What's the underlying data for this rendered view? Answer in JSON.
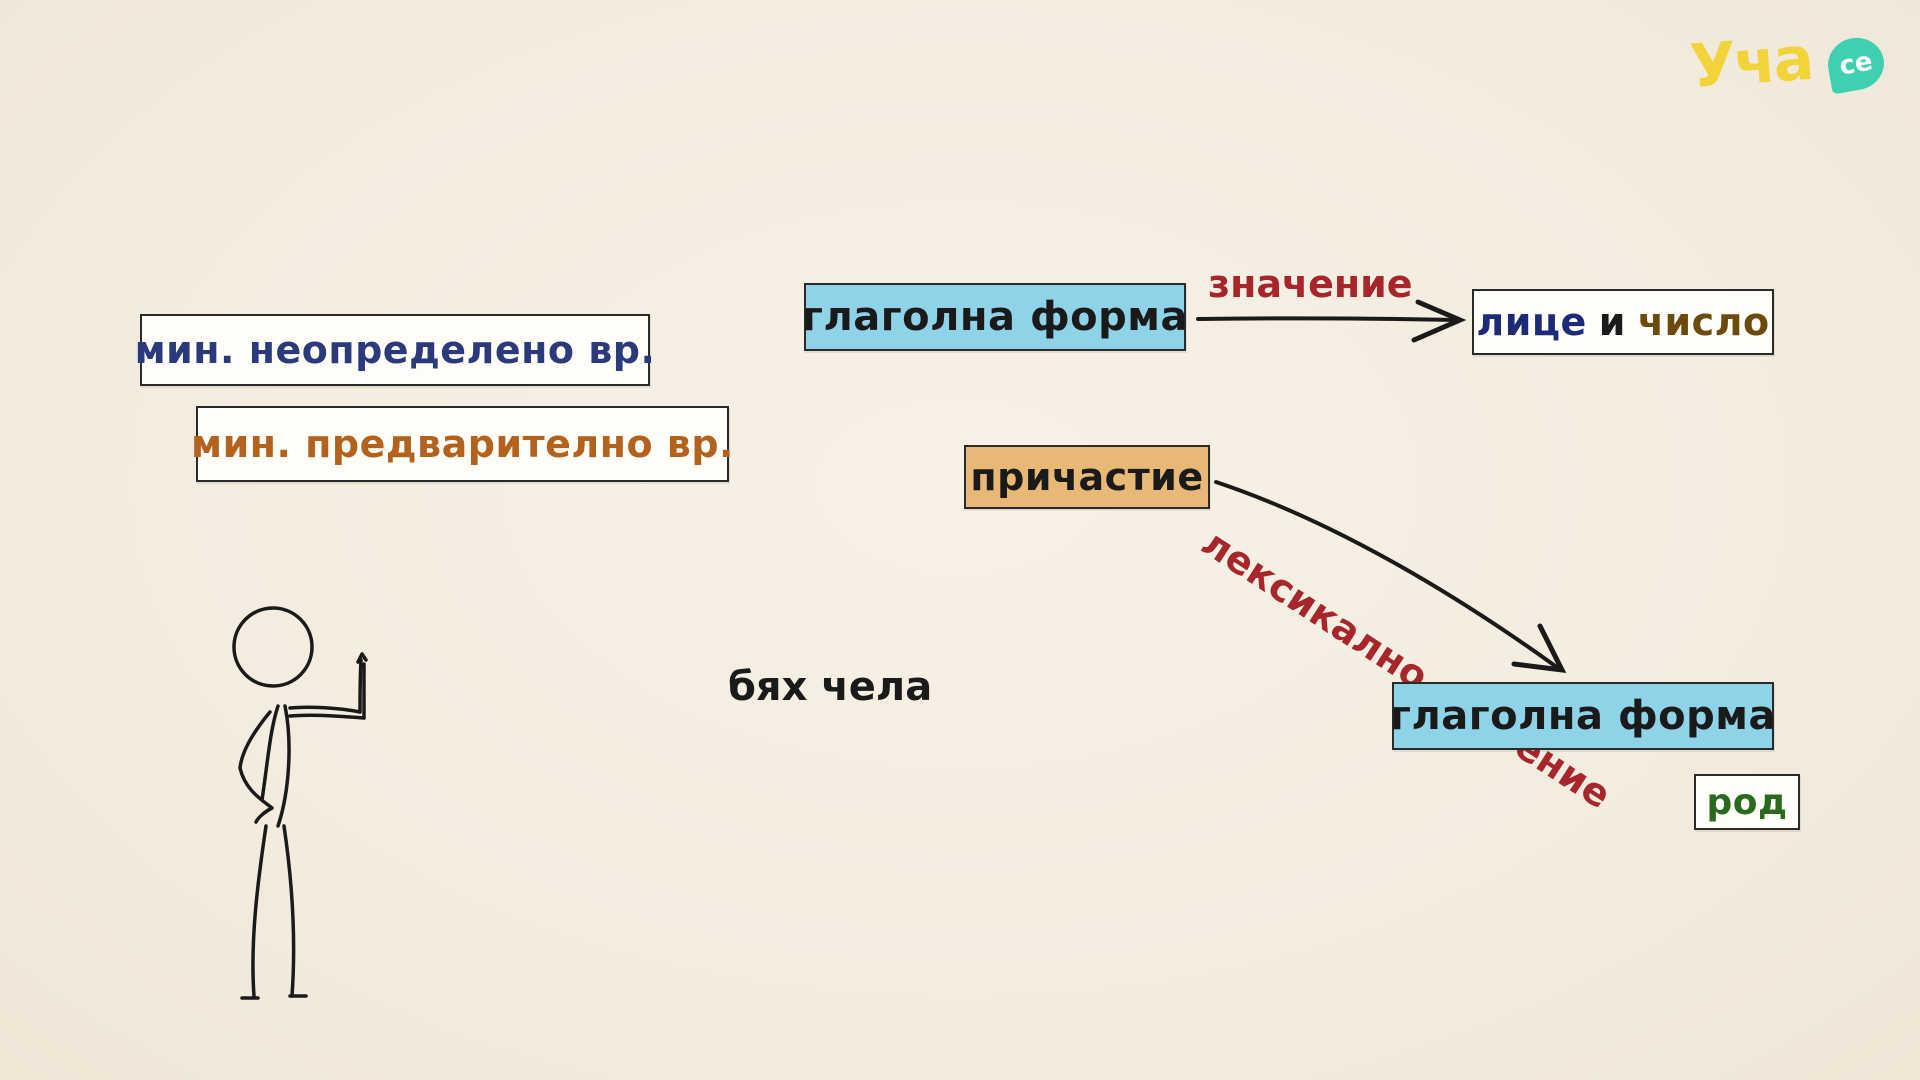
{
  "logo": {
    "text": "Уча",
    "badge": "се",
    "colors": {
      "main": "#f2d33a",
      "badge": "#3fd0b2"
    }
  },
  "tense_cards": {
    "past_indefinite": {
      "text": "мин. неопределено вр.",
      "color": "#2b3a7a"
    },
    "past_perfect": {
      "text": "мин. предварително вр.",
      "color": "#b3621e"
    }
  },
  "diagram": {
    "verb_form_top": {
      "text": "глаголна форма",
      "fill": "#8fd3e8"
    },
    "arrow_meaning_label": {
      "text": "значение",
      "color": "#a6262b"
    },
    "person_number": {
      "person": "лице",
      "and": "и",
      "number": "число",
      "colors": {
        "person": "#1c2a78",
        "and": "#1a1a1a",
        "number": "#6b4a0c"
      }
    },
    "participle": {
      "text": "причастие",
      "fill": "#e8b877"
    },
    "lexical_meaning_label": {
      "text": "лексикално значение",
      "color": "#a6262b"
    },
    "verb_form_bottom": {
      "text": "глаголна форма",
      "fill": "#8fd3e8"
    },
    "gender": {
      "text": "род",
      "color": "#2a6a1e"
    }
  },
  "example_text": "бях чела"
}
